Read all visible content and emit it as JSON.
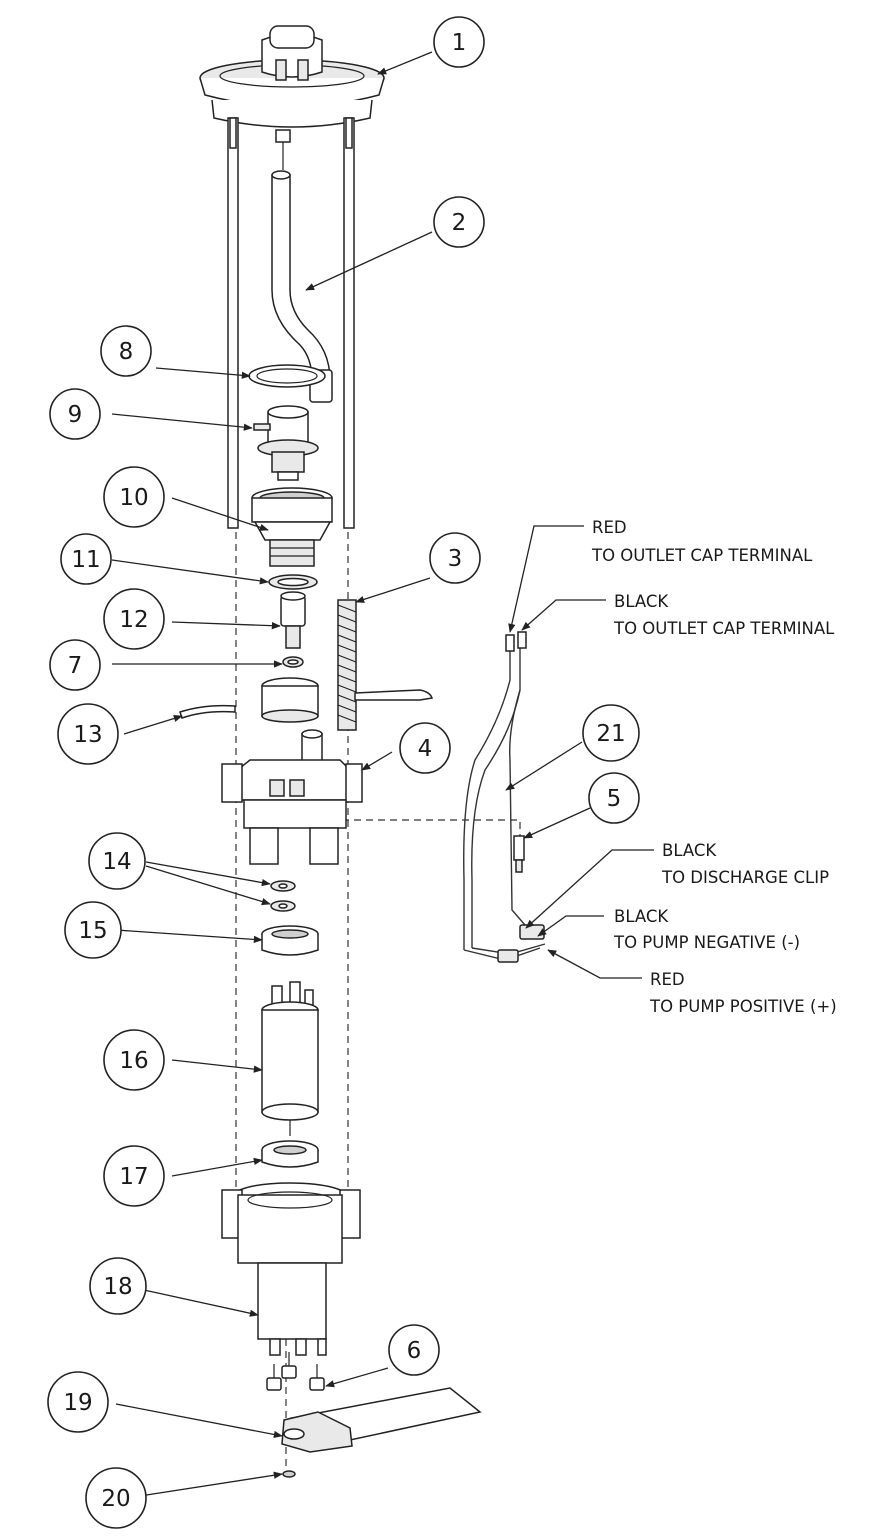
{
  "callouts": [
    "1",
    "2",
    "3",
    "4",
    "5",
    "6",
    "7",
    "8",
    "9",
    "10",
    "11",
    "12",
    "13",
    "14",
    "15",
    "16",
    "17",
    "18",
    "19",
    "20",
    "21"
  ],
  "wire_labels": [
    {
      "color": "RED",
      "destination": "TO OUTLET CAP TERMINAL"
    },
    {
      "color": "BLACK",
      "destination": "TO OUTLET CAP TERMINAL"
    },
    {
      "color": "BLACK",
      "destination": "TO DISCHARGE CLIP"
    },
    {
      "color": "BLACK",
      "destination": "TO PUMP NEGATIVE (-)"
    },
    {
      "color": "RED",
      "destination": "TO PUMP POSITIVE (+)"
    }
  ]
}
